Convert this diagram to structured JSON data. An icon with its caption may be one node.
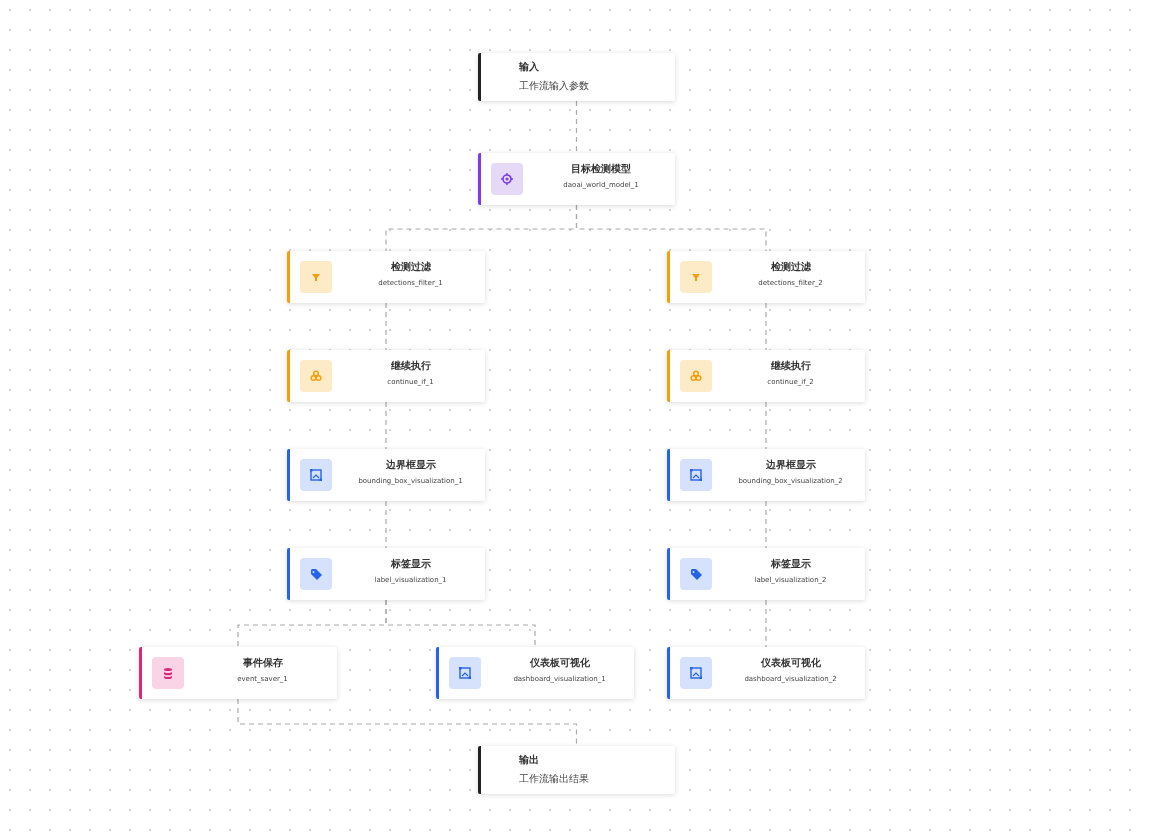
{
  "diagram": {
    "nodes": [
      {
        "text": [
          "输入",
          "工作流输入参数"
        ]
      },
      {
        "text": [
          "目标检测模型",
          "daoai_world_model_1"
        ]
      },
      {
        "text": [
          "检测过滤",
          "detections_filter_1"
        ]
      },
      {
        "text": [
          "检测过滤",
          "detections_filter_2"
        ]
      },
      {
        "text": [
          "继续执行",
          "continue_if_1"
        ]
      },
      {
        "text": [
          "继续执行",
          "continue_if_2"
        ]
      },
      {
        "text": [
          "边界框显示",
          "bounding_box_visualization_1"
        ]
      },
      {
        "text": [
          "边界框显示",
          "bounding_box_visualization_2"
        ]
      },
      {
        "text": [
          "标签显示",
          "label_visualization_1"
        ]
      },
      {
        "text": [
          "标签显示",
          "label_visualization_2"
        ]
      },
      {
        "text": [
          "事件保存",
          "event_saver_1"
        ]
      },
      {
        "text": [
          "仪表板可视化",
          "dashboard_visualization_1"
        ]
      },
      {
        "text": [
          "仪表板可视化",
          "dashboard_visualization_2"
        ]
      },
      {
        "text": [
          "输出",
          "工作流输出结果"
        ]
      }
    ],
    "edges": [
      {
        "from": 0,
        "to": 1,
        "arrow": "none",
        "style": "dashed"
      },
      {
        "from": 1,
        "to": 2,
        "arrow": "none",
        "style": "dashed"
      },
      {
        "from": 1,
        "to": 3,
        "arrow": "none",
        "style": "dashed"
      },
      {
        "from": 2,
        "to": 4,
        "arrow": "none",
        "style": "dashed"
      },
      {
        "from": 3,
        "to": 5,
        "arrow": "none",
        "style": "dashed"
      },
      {
        "from": 4,
        "to": 6,
        "arrow": "none",
        "style": "dashed"
      },
      {
        "from": 5,
        "to": 7,
        "arrow": "none",
        "style": "dashed"
      },
      {
        "from": 6,
        "to": 8,
        "arrow": "none",
        "style": "dashed"
      },
      {
        "from": 7,
        "to": 9,
        "arrow": "none",
        "style": "dashed"
      },
      {
        "from": 8,
        "to": 10,
        "arrow": "none",
        "style": "dashed"
      },
      {
        "from": 8,
        "to": 11,
        "arrow": "none",
        "style": "dashed"
      },
      {
        "from": 9,
        "to": 12,
        "arrow": "none",
        "style": "dashed"
      },
      {
        "from": 10,
        "to": 13,
        "arrow": "none",
        "style": "dashed"
      }
    ]
  }
}
